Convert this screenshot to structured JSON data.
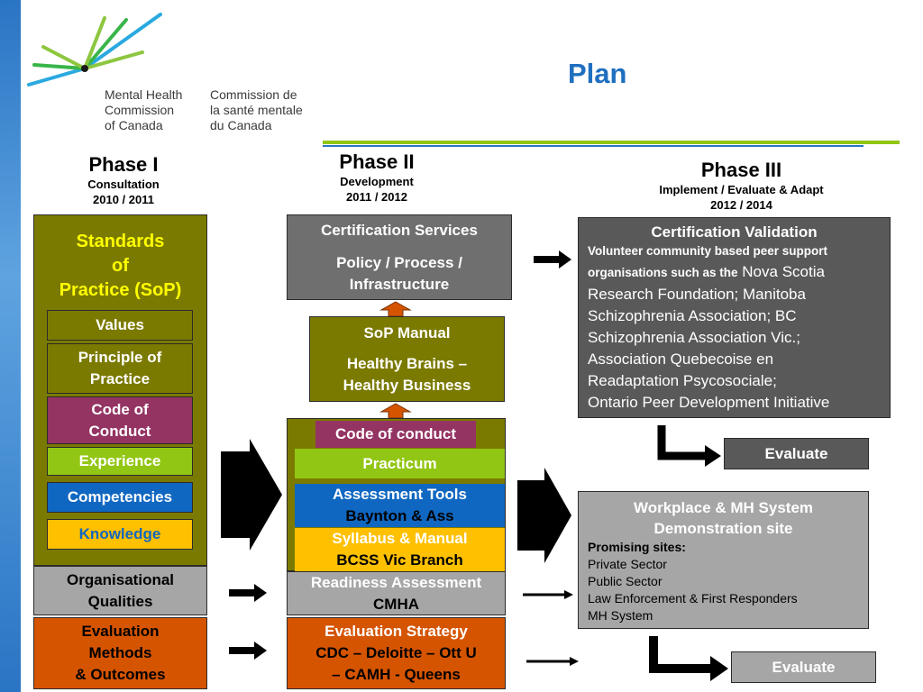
{
  "title": "Plan",
  "logo": {
    "english": [
      "Mental Health",
      "Commission",
      "of Canada"
    ],
    "french": [
      "Commission de",
      "la santé mentale",
      "du Canada"
    ]
  },
  "phase1": {
    "title": "Phase I",
    "subtitle": "Consultation",
    "years": "2010 / 2011",
    "main_box": [
      "Standards",
      "of",
      "Practice (SoP)"
    ],
    "values": "Values",
    "principle": [
      "Principle of",
      "Practice"
    ],
    "code": [
      "Code of",
      "Conduct"
    ],
    "experience": "Experience",
    "competencies": "Competencies",
    "knowledge": "Knowledge",
    "org": [
      "Organisational",
      "Qualities"
    ],
    "eval": [
      "Evaluation",
      "Methods",
      "&  Outcomes"
    ]
  },
  "phase2": {
    "title": "Phase II",
    "subtitle": "Development",
    "years": "2011 / 2012",
    "cert_services": "Certification Services",
    "policy": [
      "Policy / Process /",
      "Infrastructure"
    ],
    "sop_manual": "SoP Manual",
    "healthy": [
      "Healthy Brains –",
      "Healthy Business"
    ],
    "code_of_conduct": "Code of conduct",
    "practicum": "Practicum",
    "assessment": [
      "Assessment Tools",
      "Baynton & Ass"
    ],
    "syllabus": [
      "Syllabus & Manual",
      "BCSS Vic Branch"
    ],
    "readiness": [
      "Readiness Assessment",
      "CMHA"
    ],
    "eval_strategy": [
      "Evaluation Strategy",
      "CDC – Deloitte – Ott U",
      "– CAMH - Queens"
    ]
  },
  "phase3": {
    "title": "Phase III",
    "subtitle": "Implement / Evaluate & Adapt",
    "years": "2012 / 2014",
    "cert_validation": "Certification Validation",
    "volunteer_line1": "Volunteer community based peer support",
    "volunteer_line2_bold": "organisations such as the",
    "volunteer_line2_rest": "Nova Scotia",
    "orgs": [
      "Research Foundation; Manitoba",
      "Schizophrenia Association; BC",
      "Schizophrenia Association Vic.;",
      "Association Quebecoise en",
      "Readaptation Psycosociale;",
      "Ontario Peer  Development Initiative"
    ],
    "evaluate_1": "Evaluate",
    "workplace": [
      "Workplace  & MH System",
      "Demonstration site"
    ],
    "promising": "Promising sites:",
    "sites": [
      "Private Sector",
      "Public Sector",
      "Law Enforcement & First Responders",
      "MH System"
    ],
    "evaluate_2": "Evaluate"
  },
  "colors": {
    "title_blue": "#1f6fc0",
    "olive": "#7b7a00",
    "maroon": "#943463",
    "lime": "#92c614",
    "blue": "#1067c1",
    "yellow": "#ffc000",
    "grey": "#a6a6a6",
    "orange": "#d55400",
    "dark_grey": "#595959",
    "mid_grey": "#6f6f6f"
  }
}
